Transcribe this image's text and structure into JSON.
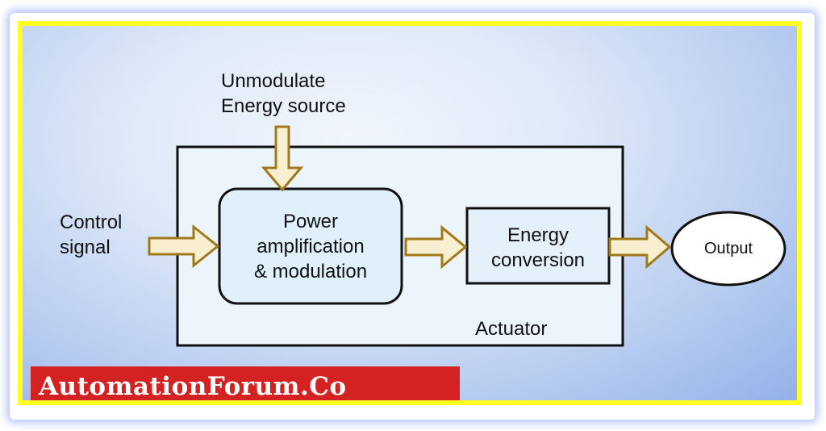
{
  "diagram": {
    "energy_source_line1": "Unmodulate",
    "energy_source_line2": "Energy source",
    "control_signal_line1": "Control",
    "control_signal_line2": "signal",
    "power_block_line1": "Power",
    "power_block_line2": "amplification",
    "power_block_line3": "& modulation",
    "energy_block_line1": "Energy",
    "energy_block_line2": "conversion",
    "actuator_label": "Actuator",
    "output_label": "Output"
  },
  "watermark": {
    "text": "AutomationForum.Co"
  },
  "colors": {
    "frame_border": "#ffff22",
    "arrow_fill": "#f7efcf",
    "arrow_stroke": "#a07a1a",
    "brand_bg": "#d42121"
  }
}
